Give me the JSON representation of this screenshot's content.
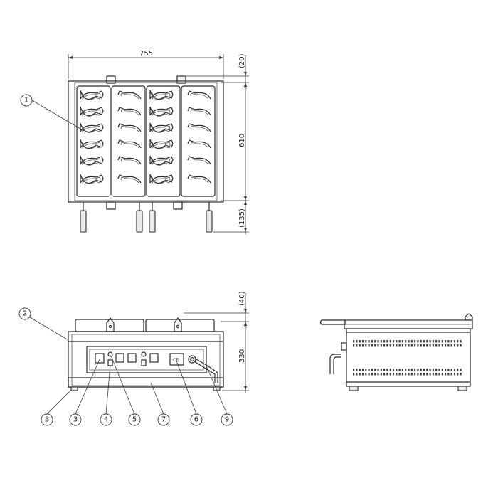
{
  "dimensions": {
    "overall_width": "755",
    "top_offset": "(20)",
    "plate_depth": "610",
    "handle_length": "(135)",
    "front_top_offset": "(40)",
    "body_height": "330"
  },
  "balloons": [
    "1",
    "2",
    "3",
    "4",
    "5",
    "6",
    "7",
    "8",
    "9"
  ],
  "panel_labels": {
    "model_tag": "CE"
  }
}
